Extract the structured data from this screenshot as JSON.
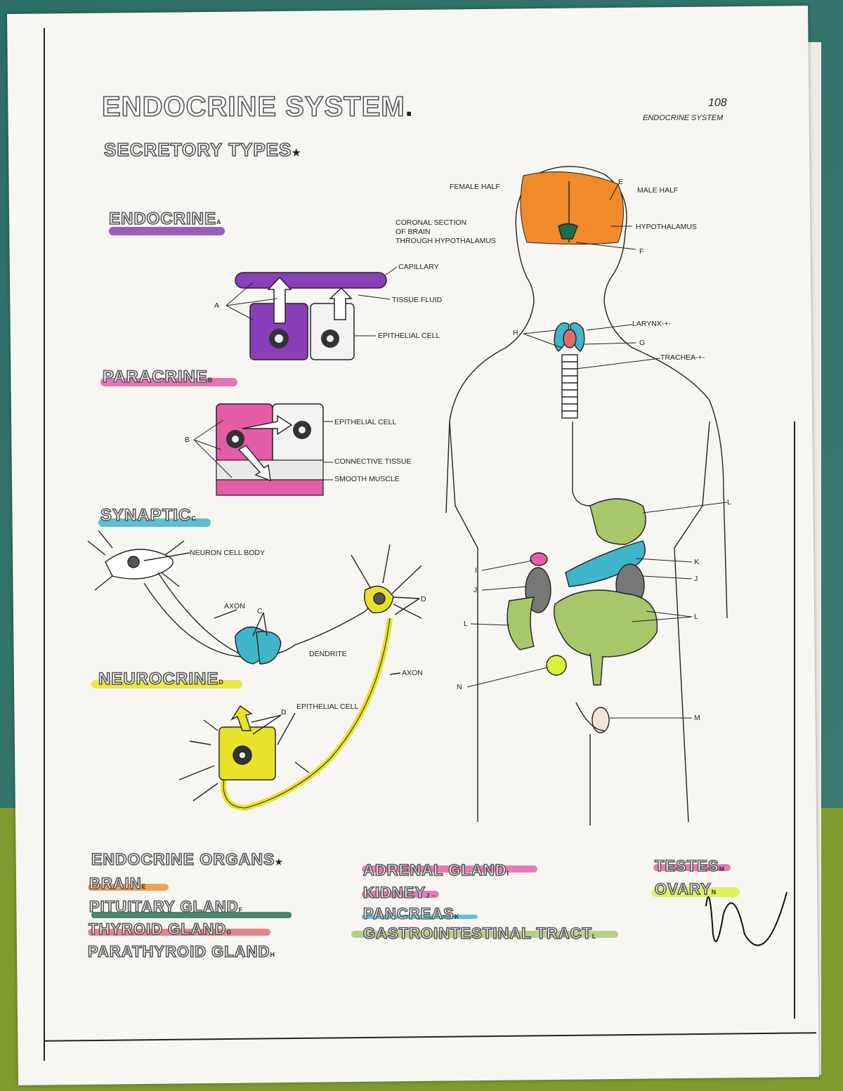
{
  "header": {
    "title": "ENDOCRINE SYSTEM",
    "subtitle": "SECRETORY TYPES",
    "page_number": "108",
    "running_head": "ENDOCRINE SYSTEM"
  },
  "sections": {
    "endocrine": {
      "label": "ENDOCRINE",
      "sub": "A"
    },
    "paracrine": {
      "label": "PARACRINE",
      "sub": "B"
    },
    "synaptic": {
      "label": "SYNAPTIC",
      "sub": "C"
    },
    "neurocrine": {
      "label": "NEUROCRINE",
      "sub": "D"
    }
  },
  "labels": {
    "capillary": "CAPILLARY",
    "tissue_fluid": "TISSUE FLUID",
    "epithelial_cell": "EPITHELIAL CELL",
    "connective_tissue": "CONNECTIVE TISSUE",
    "smooth_muscle": "SMOOTH MUSCLE",
    "neuron_cell_body": "NEURON CELL BODY",
    "axon": "AXON",
    "dendrite": "DENDRITE",
    "female_half": "FEMALE HALF",
    "male_half": "MALE HALF",
    "coronal_1": "CORONAL SECTION",
    "coronal_2": "OF BRAIN",
    "coronal_3": "THROUGH HYPOTHALAMUS",
    "hypothalamus": "HYPOTHALAMUS",
    "larynx": "LARYNX-+-",
    "trachea": "TRACHEA-+-",
    "A": "A",
    "B": "B",
    "C": "C",
    "D": "D",
    "E": "E",
    "F": "F",
    "G": "G",
    "H": "H",
    "I": "I",
    "J": "J",
    "K": "K",
    "L": "L",
    "M": "M",
    "N": "N"
  },
  "organs": {
    "title": "ENDOCRINE ORGANS",
    "brain": {
      "label": "BRAIN",
      "sub": "E"
    },
    "pituitary": {
      "label": "PITUITARY GLAND",
      "sub": "F"
    },
    "thyroid": {
      "label": "THYROID GLAND",
      "sub": "G"
    },
    "parathyroid": {
      "label": "PARATHYROID GLAND",
      "sub": "H"
    },
    "adrenal": {
      "label": "ADRENAL GLAND",
      "sub": "I"
    },
    "kidney": {
      "label": "KIDNEY",
      "sub": "J -"
    },
    "pancreas": {
      "label": "PANCREAS",
      "sub": "K"
    },
    "gi": {
      "label": "GASTROINTESTINAL TRACT",
      "sub": "L"
    },
    "testes": {
      "label": "TESTES",
      "sub": "M"
    },
    "ovary": {
      "label": "OVARY",
      "sub": "N"
    }
  },
  "colors": {
    "purple": "#8a3fb8",
    "pink": "#e45ca8",
    "cyan": "#3fb5c9",
    "yellow": "#e8e22a",
    "orange": "#f08a2a",
    "green": "#1f6b4a",
    "red": "#e06a6a",
    "olive": "#a8c66a",
    "lime": "#d8f23a"
  }
}
